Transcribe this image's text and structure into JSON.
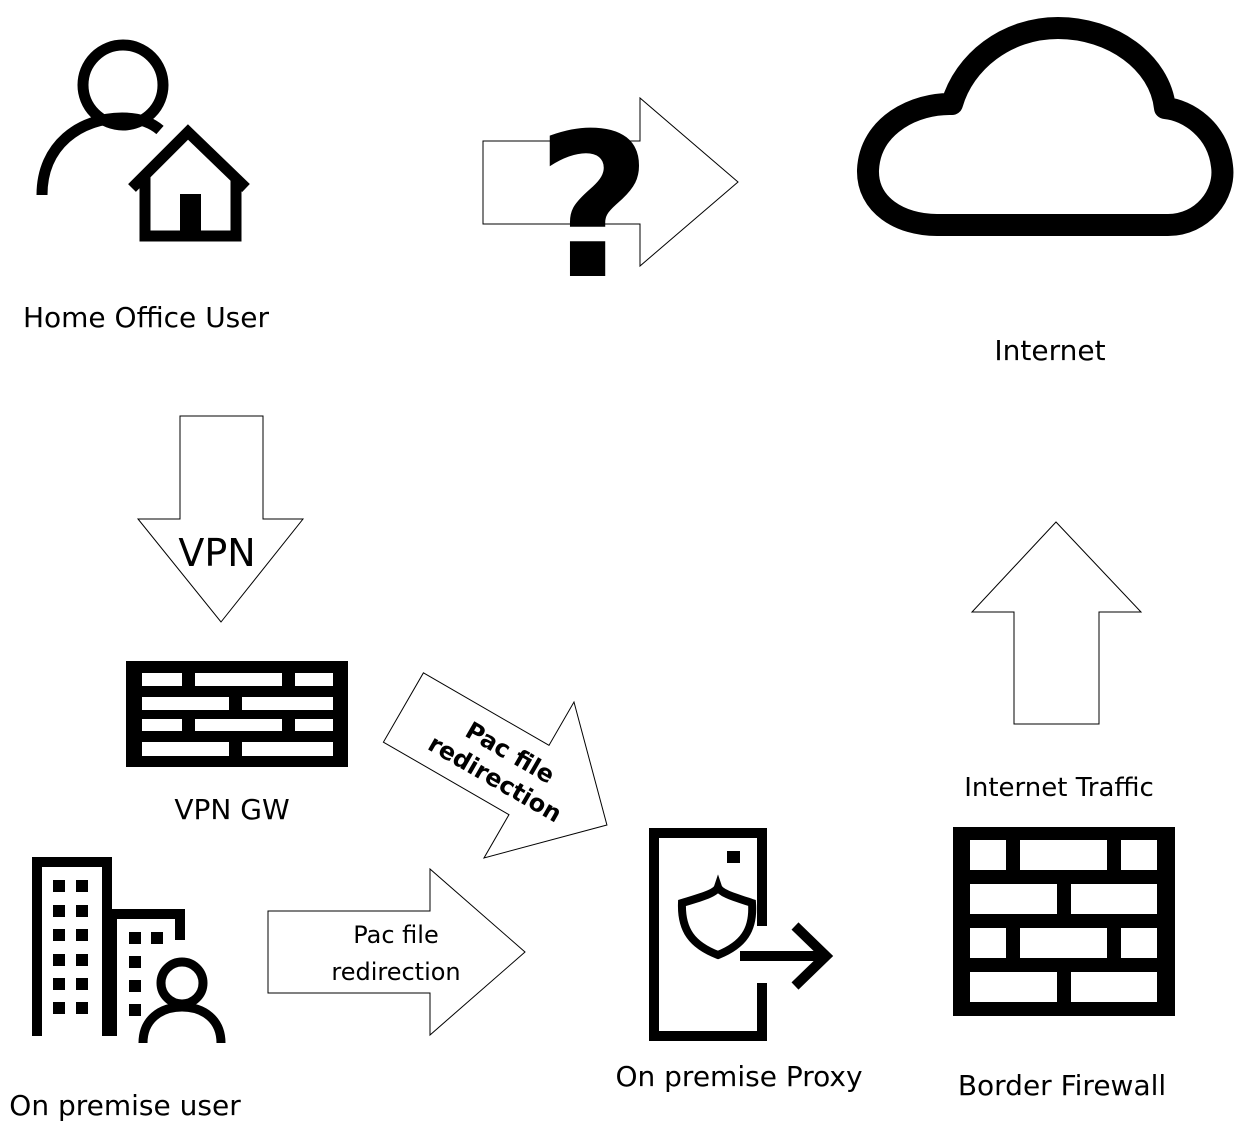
{
  "labels": {
    "home_office_user": "Home Office User",
    "internet": "Internet",
    "vpn": "VPN",
    "vpn_gw": "VPN GW",
    "pac_redirect_vpn_line1": "Pac file",
    "pac_redirect_vpn_line2": "redirection",
    "pac_redirect_onprem_line1": "Pac file",
    "pac_redirect_onprem_line2": "redirection",
    "internet_traffic": "Internet Traffic",
    "on_premise_proxy": "On premise Proxy",
    "border_firewall": "Border Firewall",
    "on_premise_user": "On premise user",
    "unknown_route_symbol": "?"
  },
  "icons": {
    "home_office_user": "user-home-icon",
    "internet": "cloud-icon",
    "vpn_gw": "firewall-icon",
    "on_premise_user": "building-user-icon",
    "on_premise_proxy": "proxy-server-icon",
    "border_firewall": "firewall-icon"
  },
  "colors": {
    "stroke": "#000000",
    "background": "#ffffff"
  }
}
